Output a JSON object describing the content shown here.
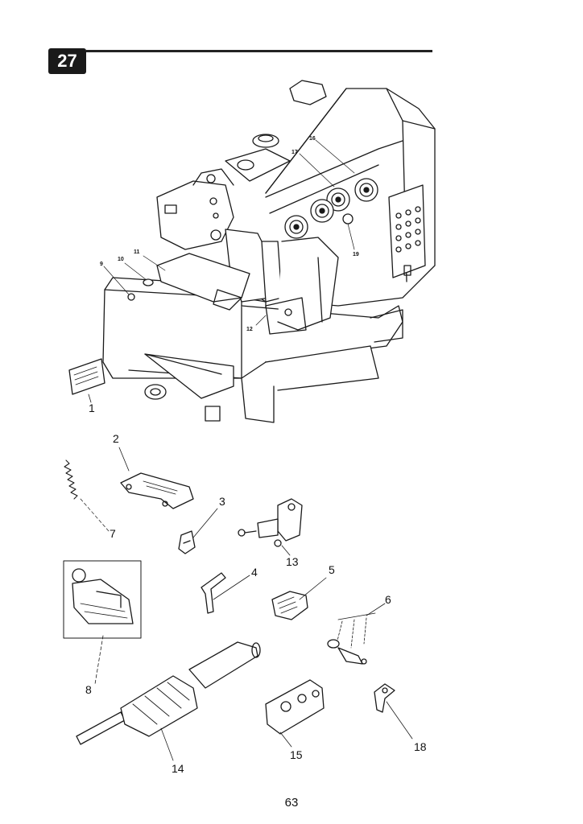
{
  "header": {
    "section_number": "27"
  },
  "diagram": {
    "callouts": [
      "1",
      "2",
      "3",
      "4",
      "5",
      "6",
      "7",
      "8",
      "9",
      "10",
      "11",
      "12",
      "13",
      "14",
      "15",
      "16",
      "17",
      "18",
      "19"
    ]
  },
  "footer": {
    "page_number": "63"
  }
}
